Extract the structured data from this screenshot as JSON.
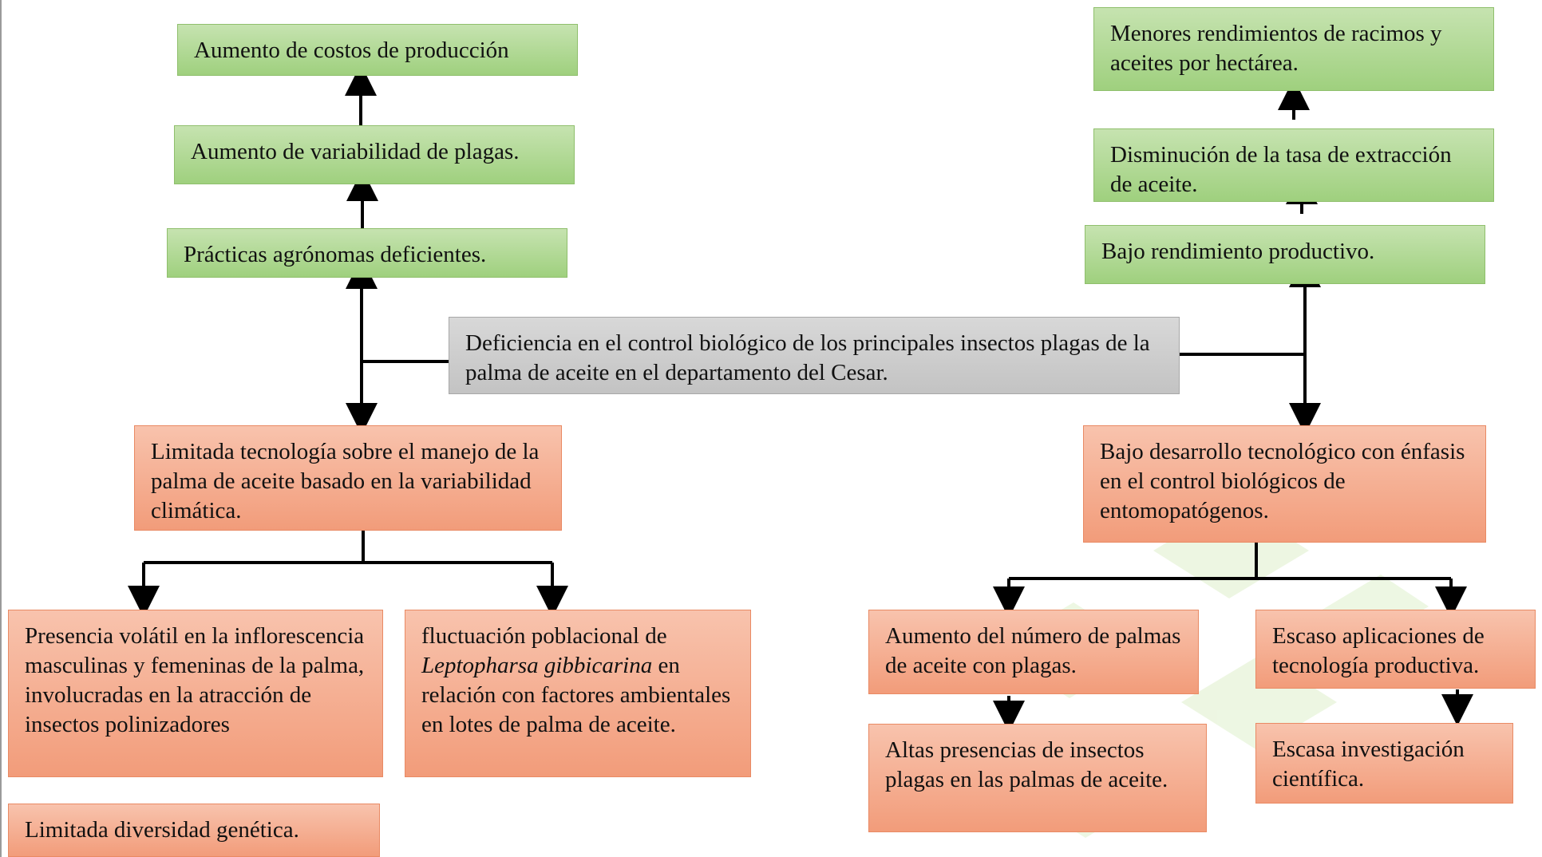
{
  "colors": {
    "effects_green": "#9fd07e",
    "causes_orange": "#f29c7a",
    "problem_gray": "#c3c3c3",
    "watermark": "#d9ecc4"
  },
  "effects": {
    "costos": "Aumento de costos de producción",
    "variabilidad": "Aumento de variabilidad de plagas.",
    "practicas": "Prácticas agrónomas deficientes.",
    "menores": "Menores rendimientos de racimos y aceites por hectárea.",
    "disminucion": "Disminución de la tasa de extracción de aceite.",
    "bajo_rend": "Bajo rendimiento productivo."
  },
  "problem": "Deficiencia en el control biológico de los principales insectos plagas de la palma de aceite en el departamento del Cesar.",
  "causes": {
    "limitada_tec": "Limitada tecnología sobre el manejo de la palma de aceite basado en la variabilidad climática.",
    "bajo_desarrollo": "Bajo desarrollo tecnológico con énfasis en el control biológicos de entomopatógenos.",
    "presencia": "Presencia volátil en la inflorescencia masculinas y femeninas de la palma, involucradas en la atracción de insectos polinizadores",
    "fluctuacion_pre": "fluctuación poblacional de ",
    "fluctuacion_species": "Leptopharsa gibbicarina",
    "fluctuacion_post": " en relación con factores ambientales en lotes de palma de aceite.",
    "limitada_div": "Limitada diversidad genética.",
    "aumento_num": "Aumento del número de palmas de aceite con plagas.",
    "altas": "Altas presencias de insectos plagas en las palmas de aceite.",
    "escaso_apl": "Escaso aplicaciones de tecnología productiva.",
    "escasa_inv": "Escasa investigación científica."
  }
}
